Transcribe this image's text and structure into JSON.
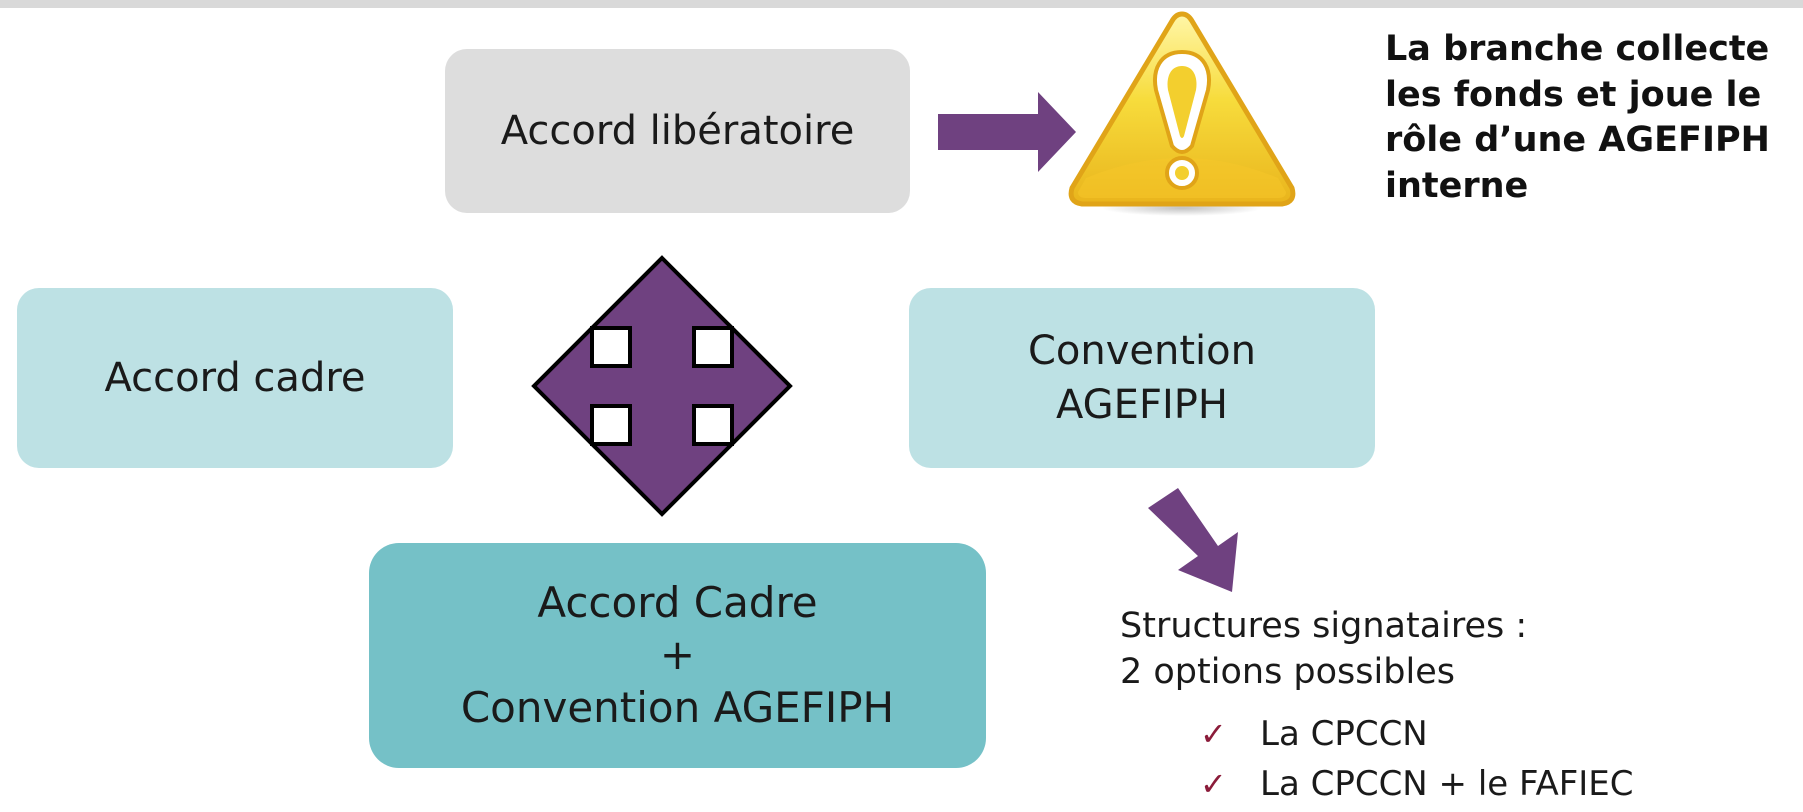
{
  "diagram": {
    "accord_liberatoire": "Accord libératoire",
    "accord_cadre": "Accord cadre",
    "convention_agefiph": [
      "Convention",
      "AGEFIPH"
    ],
    "combined": {
      "line1": "Accord Cadre",
      "line2": "+",
      "line3": "Convention AGEFIPH"
    },
    "callout": [
      "La branche collecte",
      "les fonds et joue le",
      "rôle d’une AGEFIPH",
      "interne"
    ],
    "structures": {
      "heading_line1": "Structures signataires :",
      "heading_line2": "2 options possibles",
      "options": [
        "La CPCCN",
        "La CPCCN + le FAFIEC"
      ],
      "check_glyph": "✓"
    }
  },
  "icons": {
    "warning": "warning-triangle-icon",
    "four_way": "four-way-arrow-icon",
    "right_arrow": "right-arrow-icon",
    "down_right_arrow": "down-right-arrow-icon"
  },
  "colors": {
    "arrow_purple": "#6f4180",
    "box_grey": "#dddddd",
    "box_light_teal": "#bde1e4",
    "box_teal": "#75c1c7",
    "check_red": "#8b1c3a"
  }
}
